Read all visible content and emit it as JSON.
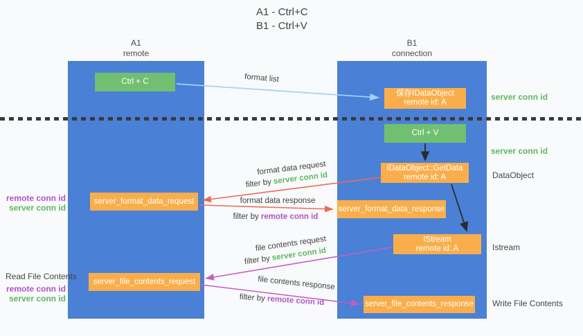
{
  "title": {
    "line1": "A1 - Ctrl+C",
    "line2": "B1 - Ctrl+V"
  },
  "lanes": {
    "left": {
      "name": "A1",
      "role": "remote"
    },
    "right": {
      "name": "B1",
      "role": "connection"
    }
  },
  "nodes": {
    "ctrl_c": {
      "label": "Ctrl + C"
    },
    "save_dataobject": {
      "line1": "保存IDataObject",
      "line2": "remote id: A"
    },
    "ctrl_v": {
      "label": "Ctrl + V"
    },
    "getdata": {
      "line1": "IDataObject::GetData",
      "line2": "remote id: A"
    },
    "server_format_data_request": {
      "label": "server_format_data_request"
    },
    "server_format_data_response": {
      "label": "server_format_data_response"
    },
    "istream": {
      "line1": "IStream",
      "line2": "remote id: A"
    },
    "server_file_contents_request": {
      "label": "server_file_contents_request"
    },
    "server_file_contents_response": {
      "label": "server_file_contents_response"
    }
  },
  "edge_labels": {
    "format_list": "format list",
    "format_data_request": "format data request",
    "format_data_response": "format data response",
    "file_contents_request": "file contents request",
    "file_contents_response": "file contents response",
    "filter_by": "filter by ",
    "server_conn_id": "server conn id",
    "remote_conn_id": "remote conn id"
  },
  "side_labels": {
    "server_conn_id_top": "server conn id",
    "server_conn_id_mid": "server conn id",
    "dataobject": "DataObject",
    "istream": "Istream",
    "write_file_contents": "Write File Contents",
    "read_file_contents": "Read File Contents",
    "remote_conn_id": "remote conn id",
    "server_conn_id": "server conn id"
  },
  "colors": {
    "lane_blue": "#4a80d5",
    "node_green": "#71bf71",
    "node_orange": "#faae4b",
    "arrow_light_blue": "#a3d2f2",
    "arrow_red": "#ee6a5a",
    "arrow_magenta": "#c35ec3",
    "arrow_black": "#2b2b2b",
    "text_green": "#5cb860",
    "text_purple": "#b054c9",
    "text_dark": "#3f3f3f"
  }
}
